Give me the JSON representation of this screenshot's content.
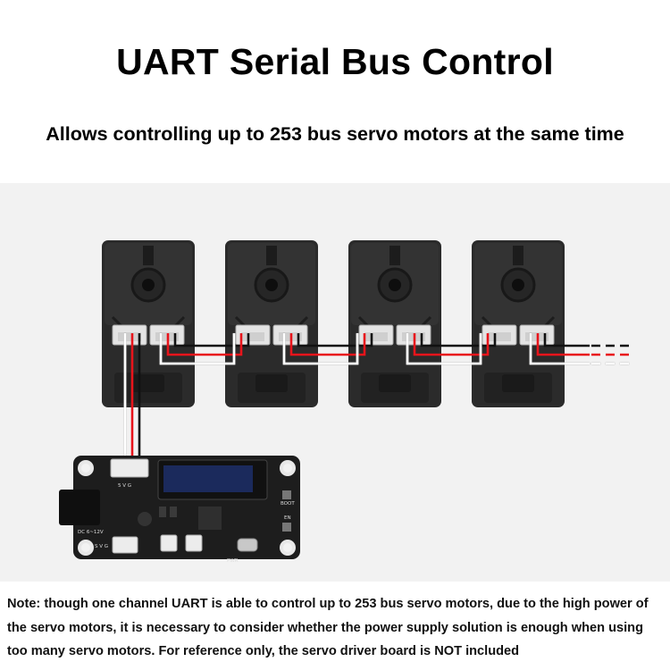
{
  "title": "UART Serial Bus Control",
  "subtitle": "Allows controlling up to 253 bus servo motors at the same time",
  "note": "Note: though one channel UART is able to control up to 253 bus servo motors, due to the high power of the servo motors, it is necessary to consider whether the power supply solution is enough when using too many servo motors. For reference only, the servo driver board is NOT included",
  "board": {
    "servo_pins": "5  V  G",
    "boot_label": "BOOT",
    "en_label": "EN",
    "dc_label": "DC 6~12V",
    "pwr_label": "PWR",
    "svg_label": "S V G"
  },
  "wire_colors": {
    "signal": "#ffffff",
    "power": "#e8141b",
    "ground": "#111111"
  }
}
